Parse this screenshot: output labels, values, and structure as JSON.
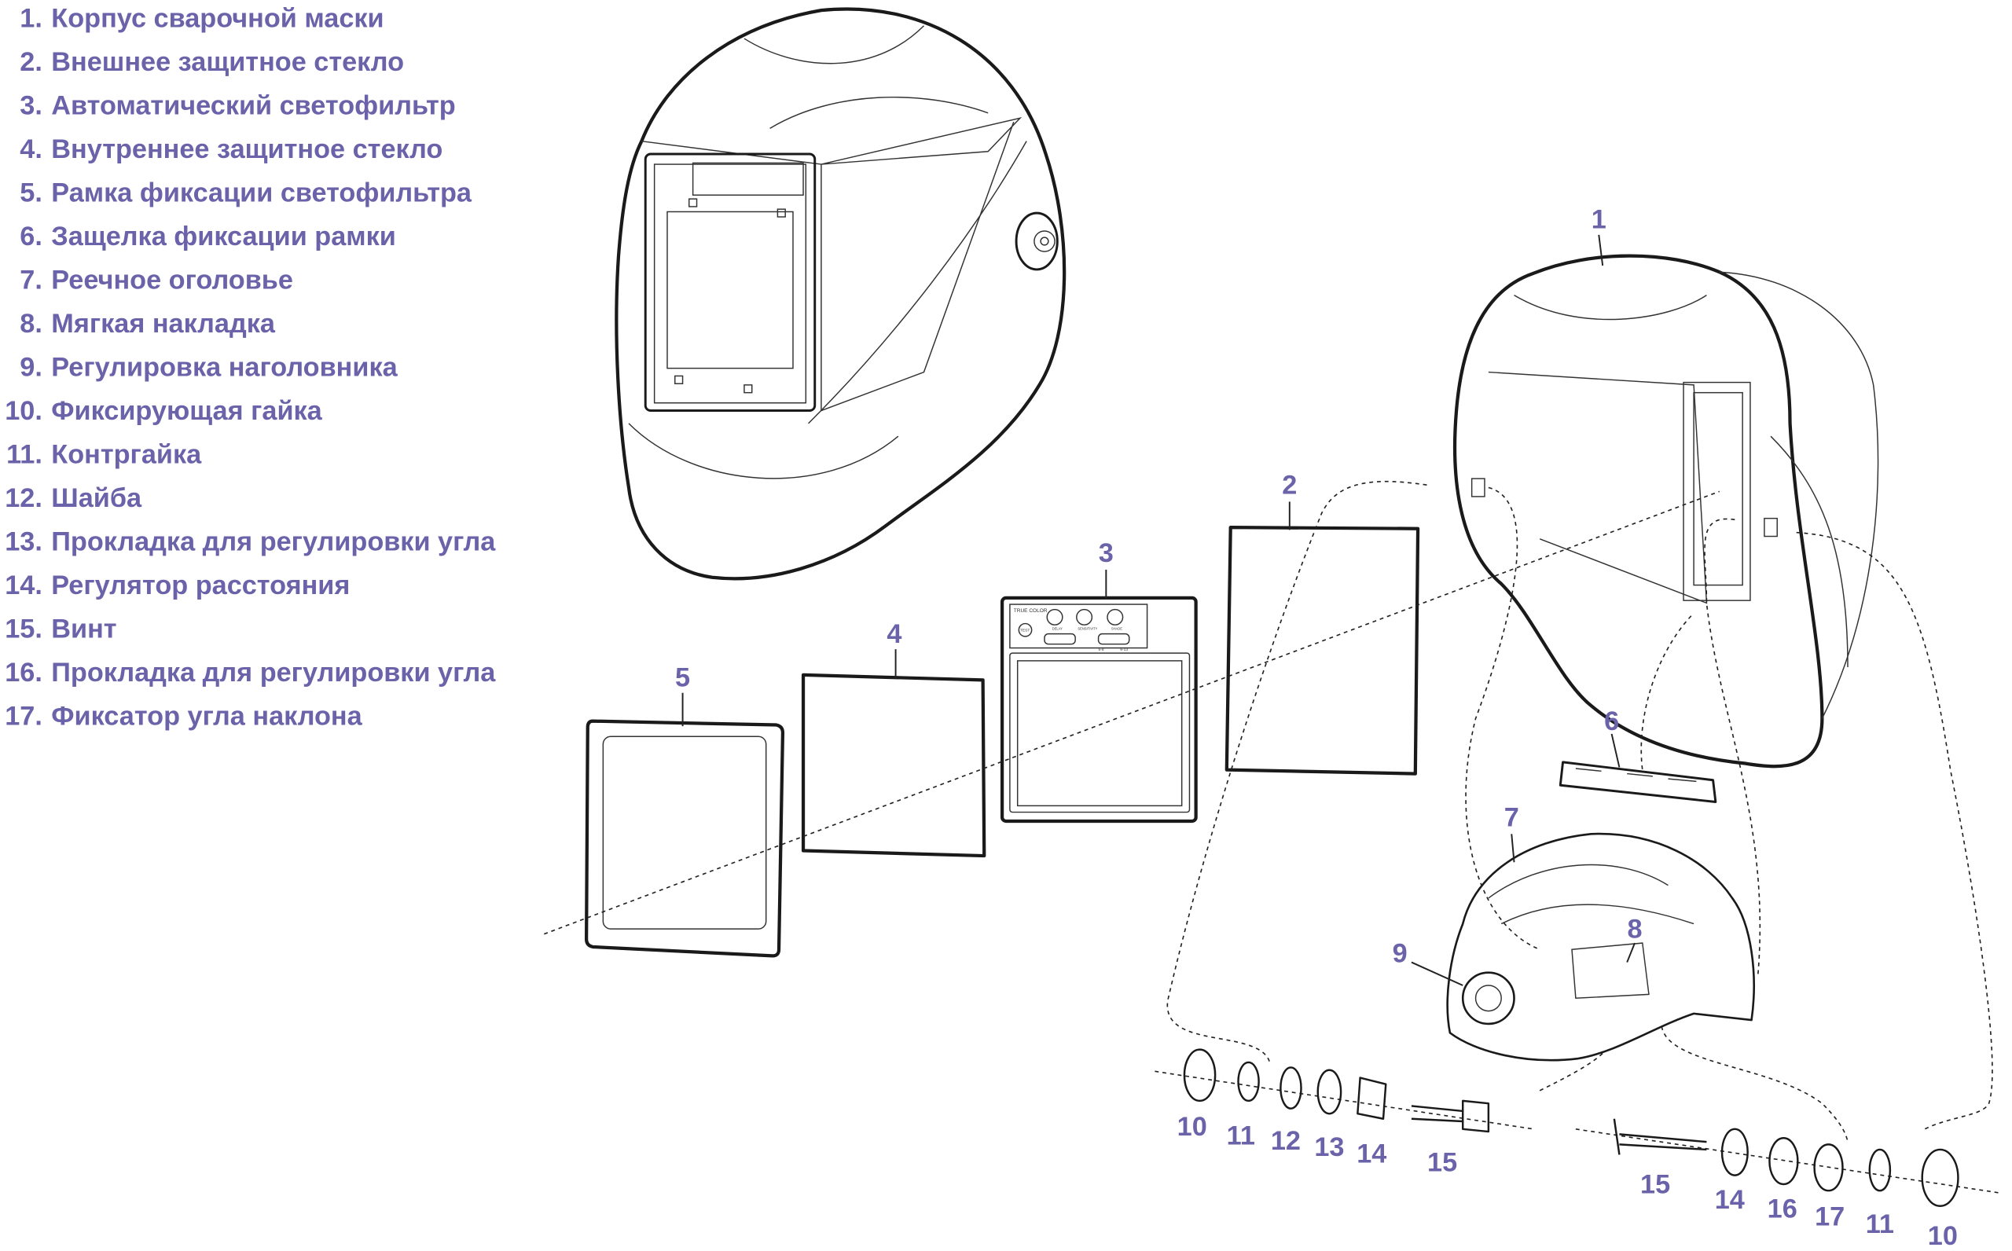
{
  "legend": {
    "color": "#6a63aa",
    "items": [
      {
        "num": "1.",
        "label": "Корпус сварочной маски"
      },
      {
        "num": "2.",
        "label": "Внешнее защитное стекло"
      },
      {
        "num": "3.",
        "label": "Автоматический светофильтр"
      },
      {
        "num": "4.",
        "label": "Внутреннее защитное стекло"
      },
      {
        "num": "5.",
        "label": "Рамка фиксации светофильтра"
      },
      {
        "num": "6.",
        "label": "Защелка фиксации рамки"
      },
      {
        "num": "7.",
        "label": "Реечное оголовье"
      },
      {
        "num": "8.",
        "label": "Мягкая накладка"
      },
      {
        "num": "9.",
        "label": "Регулировка наголовника"
      },
      {
        "num": "10.",
        "label": "Фиксирующая гайка"
      },
      {
        "num": "11.",
        "label": "Контргайка"
      },
      {
        "num": "12.",
        "label": "Шайба"
      },
      {
        "num": "13.",
        "label": "Прокладка для регулировки угла"
      },
      {
        "num": "14.",
        "label": "Регулятор расстояния"
      },
      {
        "num": "15.",
        "label": "Винт"
      },
      {
        "num": "16.",
        "label": "Прокладка для регулировки угла"
      },
      {
        "num": "17.",
        "label": "Фиксатор угла наклона"
      }
    ]
  },
  "callouts": {
    "c1": "1",
    "c2": "2",
    "c3": "3",
    "c4": "4",
    "c5": "5",
    "c6": "6",
    "c7": "7",
    "c8": "8",
    "c9": "9",
    "left_row": [
      "10",
      "11",
      "12",
      "13",
      "14",
      "15"
    ],
    "right_row": [
      "15",
      "14",
      "16",
      "17",
      "11",
      "10"
    ]
  },
  "filter": {
    "brand": "TRUE COLOR",
    "test": "TEST",
    "delay": "DELAY",
    "sensitivity": "SENSITIVITY",
    "shade": "SHADE",
    "range_low": "5-8",
    "range_high": "9-13"
  }
}
